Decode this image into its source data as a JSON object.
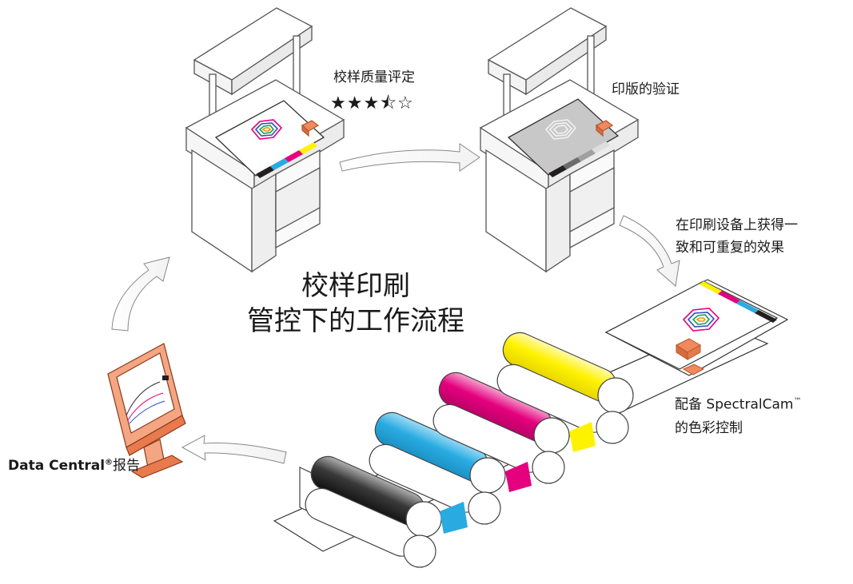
{
  "title": {
    "line1": "校样印刷",
    "line2": "管控下的工作流程"
  },
  "labels": {
    "proof_quality": "校样质量评定",
    "plate_verification": "印版的验证",
    "consistent_line1": "在印刷设备上获得一",
    "consistent_line2": "致和可重复的效果",
    "spectralcam_line1": "配备 SpectralCam",
    "spectralcam_tm": "™",
    "spectralcam_line2": "的色彩控制",
    "report_brand": "Data Central",
    "report_reg": "®",
    "report_suffix": "报告"
  },
  "rating": {
    "stars_text": "★★★⯪☆",
    "value": 3.5,
    "max": 5
  },
  "colors": {
    "cyan": "#29abe2",
    "magenta": "#e5007e",
    "yellow": "#fff200",
    "black": "#231f20",
    "sensor_orange": "#f08a5d",
    "monitor_orange": "#f4a582",
    "line_gray": "#555555"
  },
  "icons": [
    "proofing-station-icon",
    "plate-station-icon",
    "press-units-icon",
    "monitor-icon",
    "spectrophotometer-icon",
    "flow-arrow-icon"
  ]
}
